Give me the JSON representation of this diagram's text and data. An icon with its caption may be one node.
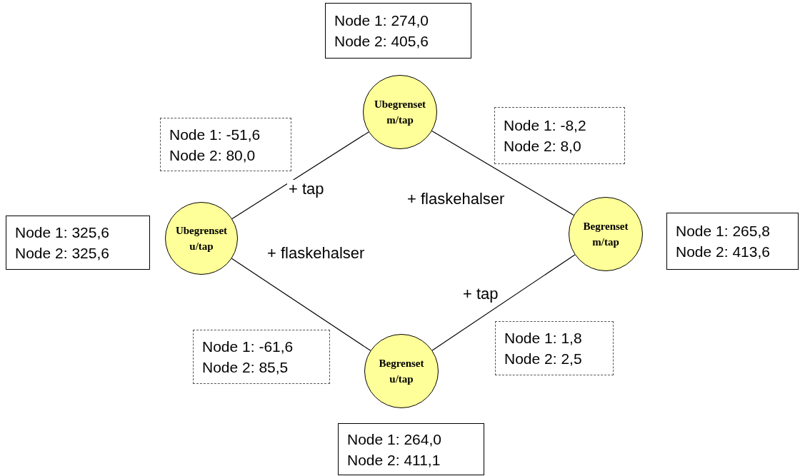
{
  "diagram": {
    "nodes": [
      {
        "text": [
          "Node 1: 274,0",
          "Node 2: 405,6"
        ]
      },
      {
        "text": [
          "Ubegrenset m/tap"
        ]
      },
      {
        "text": [
          "Node 1: -51,6",
          "Node 2: 80,0"
        ]
      },
      {
        "text": [
          "Node 1: -8,2",
          "Node 2: 8,0"
        ]
      },
      {
        "text": [
          "Node 1: 325,6",
          "Node 2: 325,6"
        ]
      },
      {
        "text": [
          "Ubegrenset u/tap"
        ]
      },
      {
        "text": [
          "Begrenset m/tap"
        ]
      },
      {
        "text": [
          "Node 1: 265,8",
          "Node 2: 413,6"
        ]
      },
      {
        "text": [
          "Node 1: -61,6",
          "Node 2: 85,5"
        ]
      },
      {
        "text": [
          "Node 1: 1,8",
          "Node 2: 2,5"
        ]
      },
      {
        "text": [
          "Begrenset u/tap"
        ]
      },
      {
        "text": [
          "Node 1: 264,0",
          "Node 2: 411,1"
        ]
      }
    ],
    "edges": [
      {
        "from": 5,
        "to": 1,
        "arrow": "none",
        "label": "+ tap"
      },
      {
        "from": 1,
        "to": 6,
        "arrow": "none",
        "label": "+ flaskehalser"
      },
      {
        "from": 5,
        "to": 10,
        "arrow": "none",
        "label": "+ flaskehalser"
      },
      {
        "from": 10,
        "to": 6,
        "arrow": "none",
        "label": "+ tap"
      }
    ]
  }
}
